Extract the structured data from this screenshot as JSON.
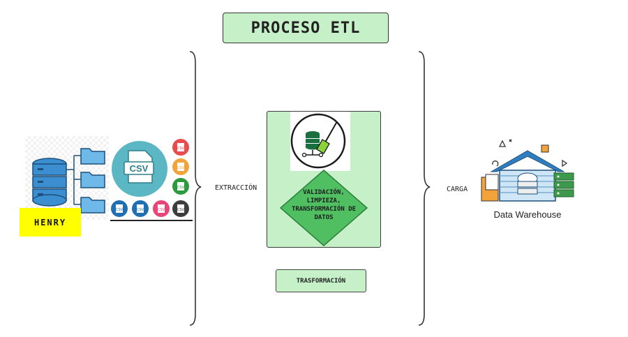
{
  "title": "PROCESO ETL",
  "extraction_label": "EXTRACCIÓN",
  "load_label": "CARGA",
  "process_step_text": "VALIDACIÓN, LIMPIEZA, TRANSFORMACIÓN DE DATOS",
  "transform_label": "TRASFORMACIÓN",
  "henry_logo_text": "HENRY",
  "csv_big_label": "CSV",
  "csv_small_label": "CSV",
  "warehouse_label": "Data Warehouse",
  "colors": {
    "green_fill": "#c6f1c8",
    "diamond_green": "#4fbf62",
    "henry_yellow": "#ffff00",
    "csv_teal": "#5bb7c3",
    "csv_red": "#e84c4c",
    "csv_orange": "#f2a33a",
    "csv_green": "#2e9a3e",
    "csv_blue": "#1f6fb2",
    "csv_pink": "#e8457a",
    "csv_dark": "#3d3d3d",
    "db_blue": "#3b8fd0"
  }
}
